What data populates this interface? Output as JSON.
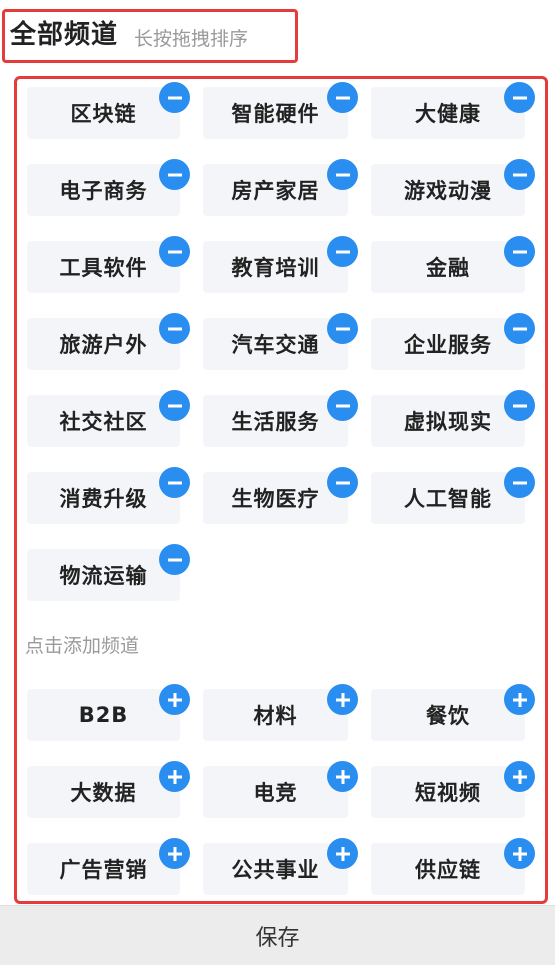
{
  "header": {
    "title": "全部频道",
    "hint": "长按拖拽排序"
  },
  "my_channels": [
    "区块链",
    "智能硬件",
    "大健康",
    "电子商务",
    "房产家居",
    "游戏动漫",
    "工具软件",
    "教育培训",
    "金融",
    "旅游户外",
    "汽车交通",
    "企业服务",
    "社交社区",
    "生活服务",
    "虚拟现实",
    "消费升级",
    "生物医疗",
    "人工智能",
    "物流运输"
  ],
  "more_section": {
    "hint": "点击添加频道"
  },
  "more_channels": [
    "B2B",
    "材料",
    "餐饮",
    "大数据",
    "电竞",
    "短视频",
    "广告营销",
    "公共事业",
    "供应链"
  ],
  "footer": {
    "save_label": "保存"
  },
  "colors": {
    "accent_blue": "#2a8ef0",
    "highlight_red": "#e53b3b",
    "tile_bg": "#f3f5f8"
  },
  "icons": {
    "remove": "minus-circle-icon",
    "add": "plus-circle-icon"
  }
}
